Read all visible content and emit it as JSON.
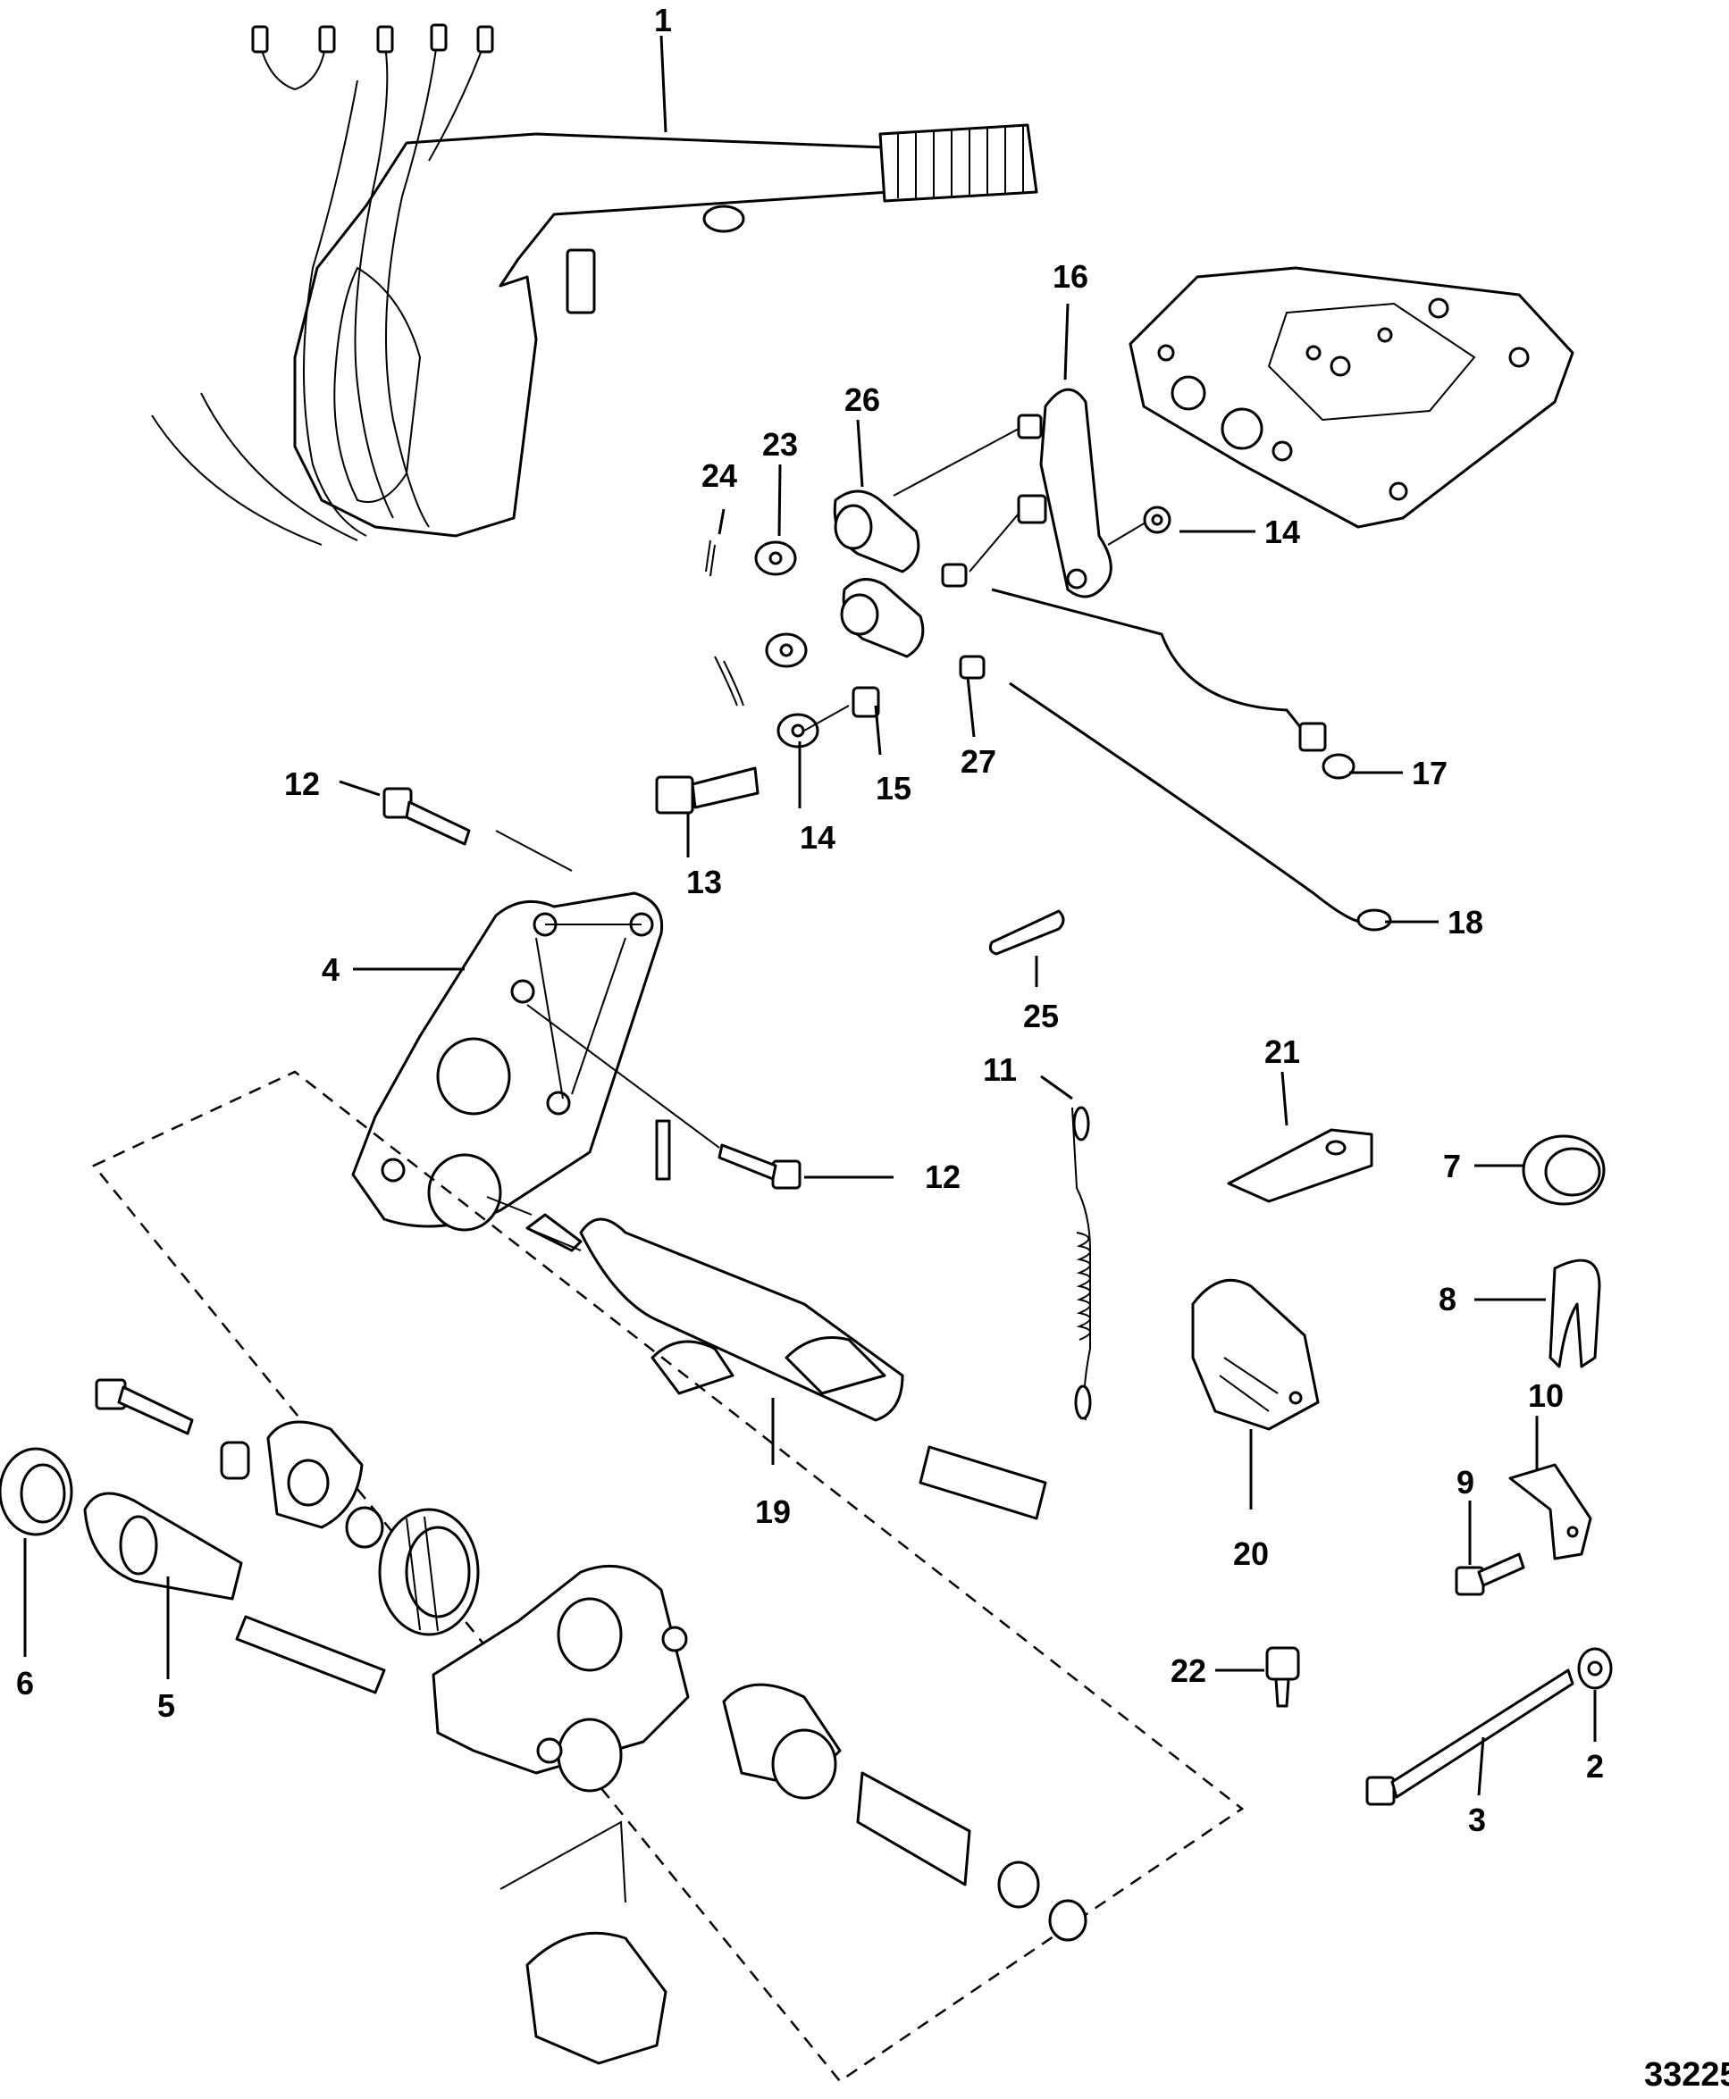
{
  "figure_number": "33225",
  "callouts": [
    "1",
    "16",
    "26",
    "23",
    "24",
    "14",
    "17",
    "12",
    "13",
    "14",
    "15",
    "27",
    "18",
    "4",
    "25",
    "11",
    "21",
    "12",
    "7",
    "8",
    "10",
    "19",
    "9",
    "20",
    "6",
    "5",
    "22",
    "2",
    "3"
  ]
}
